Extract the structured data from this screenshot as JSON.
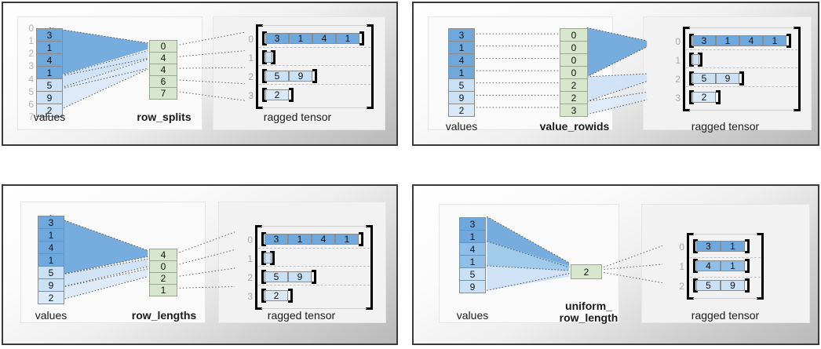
{
  "figure": {
    "caption_values": "values",
    "caption_ragged": "ragged tensor"
  },
  "panels": [
    {
      "id": "row_splits",
      "encoding_label": "row_splits",
      "values_label": "values",
      "ragged_label": "ragged tensor",
      "values": [
        3,
        1,
        4,
        1,
        5,
        9,
        2
      ],
      "value_index_labels": [
        "0",
        "1",
        "2",
        "3",
        "4",
        "5",
        "6",
        "7"
      ],
      "encoding": [
        0,
        4,
        4,
        6,
        7
      ],
      "ragged_row_labels": [
        "0",
        "1",
        "2",
        "3"
      ],
      "ragged_rows": [
        [
          3,
          1,
          4,
          1
        ],
        [],
        [
          5,
          9
        ],
        [
          2
        ]
      ]
    },
    {
      "id": "value_rowids",
      "encoding_label": "value_rowids",
      "values_label": "values",
      "ragged_label": "ragged tensor",
      "values": [
        3,
        1,
        4,
        1,
        5,
        9,
        2
      ],
      "value_index_labels": [],
      "encoding": [
        0,
        0,
        0,
        0,
        2,
        2,
        3
      ],
      "ragged_row_labels": [
        "0",
        "1",
        "2",
        "3"
      ],
      "ragged_rows": [
        [
          3,
          1,
          4,
          1
        ],
        [],
        [
          5,
          9
        ],
        [
          2
        ]
      ]
    },
    {
      "id": "row_lengths",
      "encoding_label": "row_lengths",
      "values_label": "values",
      "ragged_label": "ragged tensor",
      "values": [
        3,
        1,
        4,
        1,
        5,
        9,
        2
      ],
      "value_index_labels": [],
      "encoding": [
        4,
        0,
        2,
        1
      ],
      "ragged_row_labels": [
        "0",
        "1",
        "2",
        "3"
      ],
      "ragged_rows": [
        [
          3,
          1,
          4,
          1
        ],
        [],
        [
          5,
          9
        ],
        [
          2
        ]
      ]
    },
    {
      "id": "uniform_row_length",
      "encoding_label": "uniform_\nrow_length",
      "values_label": "values",
      "ragged_label": "ragged tensor",
      "values": [
        3,
        1,
        4,
        1,
        5,
        9
      ],
      "value_index_labels": [],
      "encoding": [
        2
      ],
      "ragged_row_labels": [
        "0",
        "1",
        "2"
      ],
      "ragged_rows": [
        [
          3,
          1
        ],
        [
          4,
          1
        ],
        [
          5,
          9
        ]
      ]
    }
  ],
  "colors": {
    "value_dark_blue": "#6fa8dc",
    "value_mid_blue": "#8fbfe8",
    "value_light_blue": "#c9e0f5",
    "value_pale_blue": "#d9e9f8",
    "key_green": "#d7e6cc",
    "fan_dark": "#6fa8dc",
    "fan_light": "#cfe2f5",
    "bracket_black": "#000000",
    "panel_border": "#3a3a3a"
  }
}
